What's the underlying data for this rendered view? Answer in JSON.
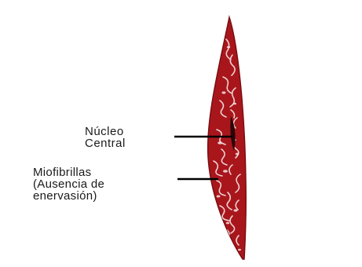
{
  "diagram": {
    "labels": {
      "nucleus": [
        "Núcleo",
        "Central"
      ],
      "myofibrils": [
        "Miofibrillas",
        "(Ausencia de",
        "enervasión)"
      ]
    },
    "colors": {
      "cell": "#a8161c",
      "cell_dark": "#7a0e12",
      "striation": "#f4e6e6",
      "nucleus": "#2a0508",
      "leader_line": "#000000"
    }
  }
}
